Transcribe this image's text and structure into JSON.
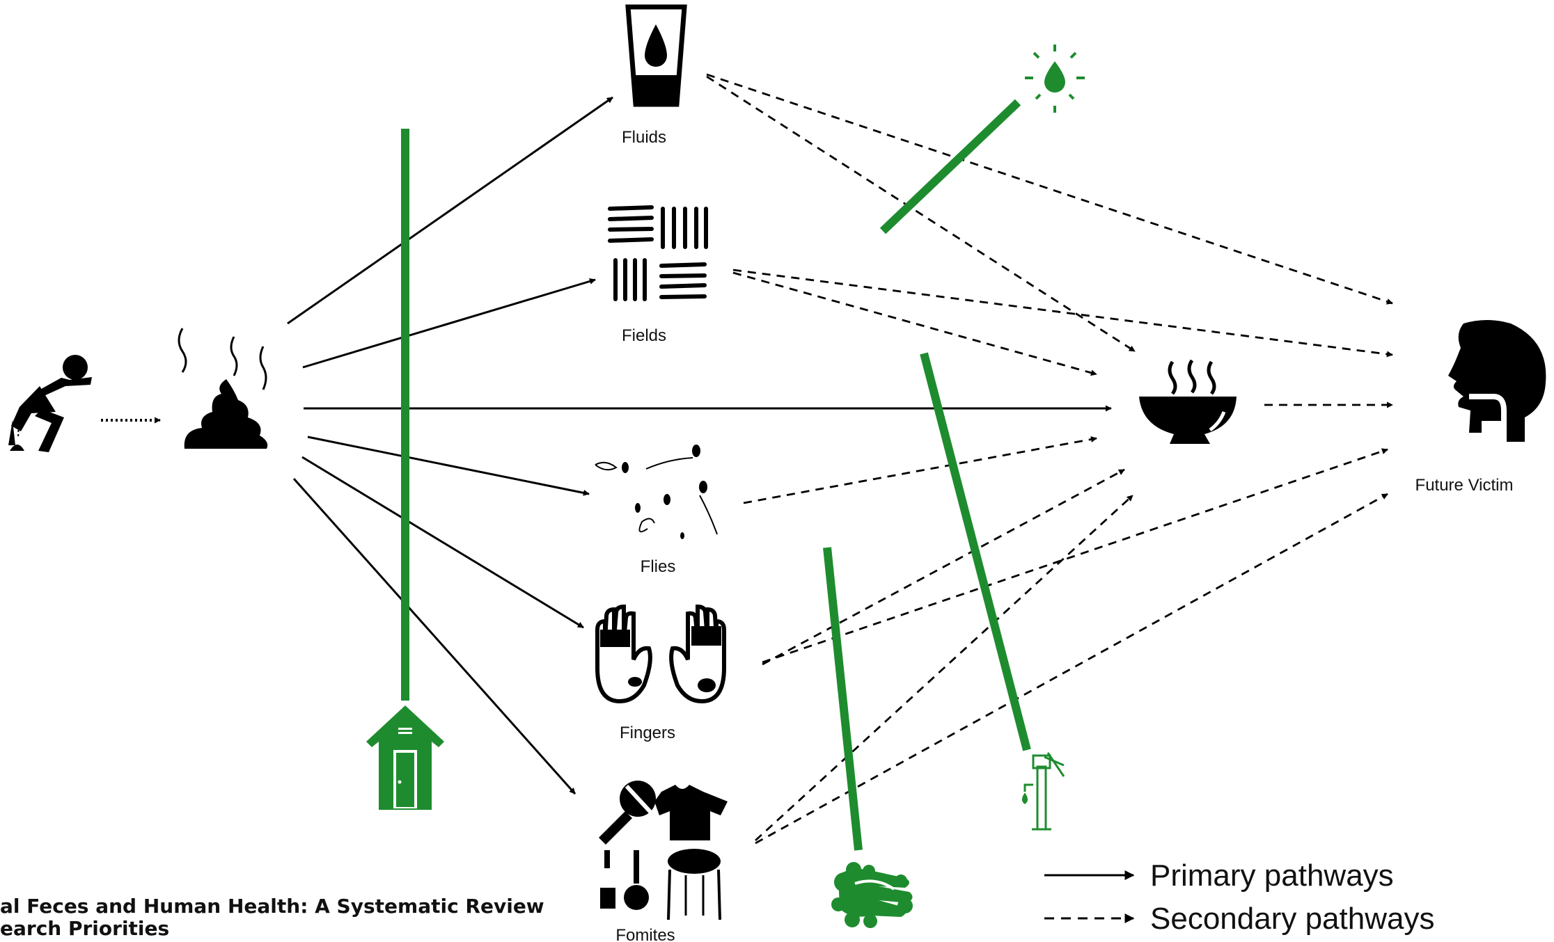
{
  "title_lines": [
    "al Feces and Human Health: A Systematic Review",
    "earch Priorities"
  ],
  "nodes": {
    "fluids": "Fluids",
    "fields": "Fields",
    "flies": "Flies",
    "fingers": "Fingers",
    "fomites": "Fomites",
    "future_victim": "Future Victim"
  },
  "legend": {
    "primary": "Primary pathways",
    "secondary": "Secondary pathways"
  },
  "colors": {
    "barrier": "#1e8c2e",
    "ink": "#000000"
  },
  "icons": [
    "squatting-person-icon",
    "feces-icon",
    "water-glass-icon",
    "field-icon",
    "flies-icon",
    "dirty-hands-icon",
    "utensils-toys-icon",
    "food-bowl-icon",
    "human-head-icon",
    "latrine-icon",
    "water-treatment-icon",
    "hand-pump-icon",
    "handwashing-icon"
  ]
}
